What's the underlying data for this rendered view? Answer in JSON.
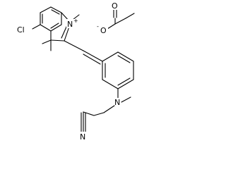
{
  "structure": {
    "atoms": {
      "cl": "Cl",
      "n_indole": "N",
      "n_indole_charge": "+",
      "o_dbl": "O",
      "o_neg": "O",
      "o_neg_charge": "-",
      "n_amine": "N",
      "n_nitrile": "N"
    }
  },
  "colors": {
    "ink": "#000000",
    "background": "#ffffff"
  }
}
